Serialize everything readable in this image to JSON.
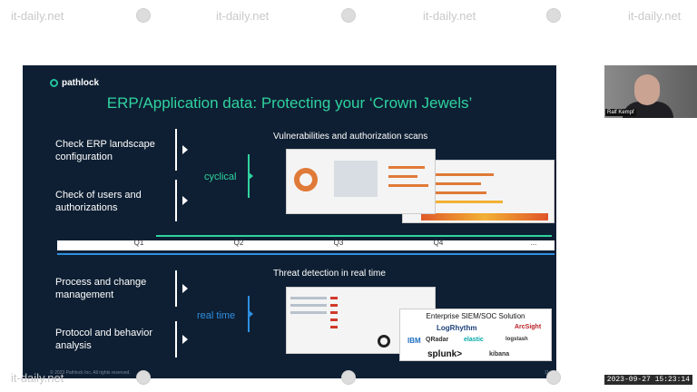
{
  "watermark": {
    "text": "it-daily.net"
  },
  "slide": {
    "logo": "pathlock",
    "title": "ERP/Application data: Protecting your ‘Crown Jewels’",
    "labels": {
      "erp_config": "Check ERP landscape configuration",
      "users_auth": "Check of users and authorizations",
      "process_change": "Process and change management",
      "protocol_behavior": "Protocol and behavior analysis"
    },
    "cyclical": "cyclical",
    "real_time": "real time",
    "vuln_title": "Vulnerabilities and authorization scans",
    "threat_title": "Threat detection in real time",
    "timeline": {
      "q1": "Q1",
      "q2": "Q2",
      "q3": "Q3",
      "q4": "Q4",
      "q5": "..."
    },
    "siem": {
      "title": "Enterprise SIEM/SOC Solution",
      "logrhythm": "LogRhythm",
      "arcsight": "ArcSight",
      "ibm": "IBM",
      "qradar": "QRadar",
      "elastic": "elastic",
      "logstash": "logstash",
      "splunk": "splunk>",
      "kibana": "kibana"
    },
    "footer": "© 2023 Pathlock Inc. All rights reserved.",
    "page": "11"
  },
  "webcam": {
    "name": "Ralf Kempf"
  },
  "timestamp": "2023-09-27 15:23:14",
  "colors": {
    "green": "#2fd39f",
    "blue": "#2e8fe0",
    "slide_bg": "#0e1f33"
  }
}
